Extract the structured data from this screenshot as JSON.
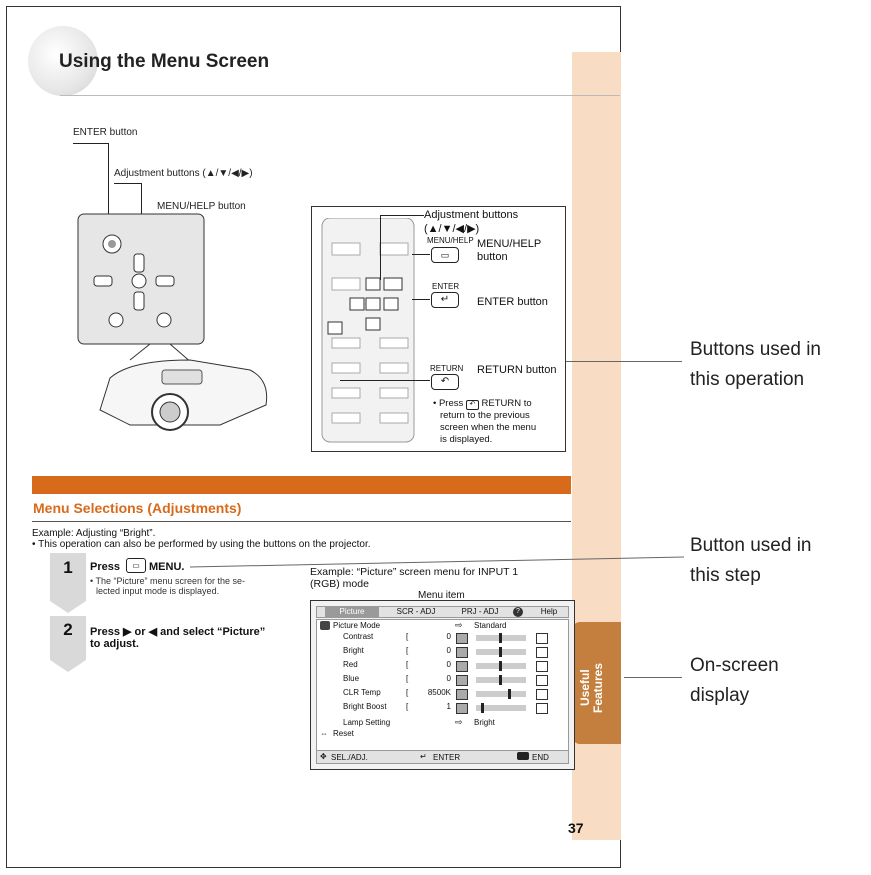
{
  "page_title": "Using the Menu Screen",
  "projector_labels": {
    "enter": "ENTER button",
    "adjust": "Adjustment buttons (▲/▼/◀/▶)",
    "menu_help": "MENU/HELP button"
  },
  "remote_labels": {
    "adjust_line1": "Adjustment buttons",
    "adjust_line2": "(▲/▼/◀/▶)",
    "menu_key": "MENU/HELP",
    "menu_line1": "MENU/HELP",
    "menu_line2": "button",
    "enter_key": "ENTER",
    "enter_label": "ENTER button",
    "return_key": "RETURN",
    "return_label": "RETURN button",
    "note_l1": "• Press",
    "note_l1b": "RETURN to",
    "note_l2": "return to the previous",
    "note_l3": "screen when the menu",
    "note_l4": "is displayed."
  },
  "section_title": "Menu Selections (Adjustments)",
  "example_1": "Example: Adjusting “Bright”.",
  "example_2": "• This operation can also be performed by using the buttons on the projector.",
  "steps": [
    {
      "num": "1",
      "press": "Press",
      "key": "MENU.",
      "note1": "• The “Picture” menu screen for the se-",
      "note2": "lected input mode is displayed."
    },
    {
      "num": "2",
      "line1": "Press ▶ or ◀ and select “Picture”",
      "line2": "to adjust."
    }
  ],
  "osd_example_1": "Example: “Picture” screen menu for INPUT 1",
  "osd_example_2": "(RGB) mode",
  "menu_item_label": "Menu item",
  "osd": {
    "tabs": [
      "Picture",
      "SCR - ADJ",
      "PRJ - ADJ",
      "Help"
    ],
    "picture_mode_label": "Picture Mode",
    "picture_mode_value": "Standard",
    "rows": [
      {
        "label": "Contrast",
        "value": "0",
        "pos": 0.5
      },
      {
        "label": "Bright",
        "value": "0",
        "pos": 0.5
      },
      {
        "label": "Red",
        "value": "0",
        "pos": 0.5
      },
      {
        "label": "Blue",
        "value": "0",
        "pos": 0.5
      },
      {
        "label": "CLR Temp",
        "value": "8500K",
        "pos": 0.7
      },
      {
        "label": "Bright Boost",
        "value": "1",
        "pos": 0.1
      }
    ],
    "lamp_label": "Lamp Setting",
    "lamp_value": "Bright",
    "reset_label": "Reset",
    "footer_sel": "SEL./ADJ.",
    "footer_enter": "ENTER",
    "footer_end": "END"
  },
  "side_tab": "Useful Features",
  "callouts": {
    "buttons_1": "Buttons used in",
    "buttons_2": "this operation",
    "button_1": "Button used in",
    "button_2": "this step",
    "osd_1": "On-screen",
    "osd_2": "display"
  },
  "page_number": "37"
}
